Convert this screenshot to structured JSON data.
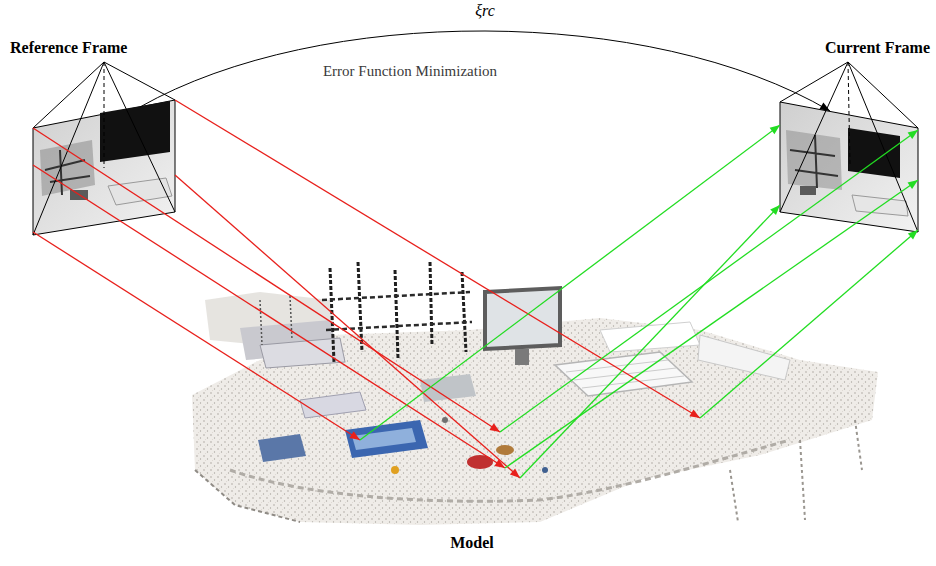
{
  "diagram": {
    "nodes": [
      {
        "text": [
          "Reference Frame"
        ]
      },
      {
        "text": [
          "Current Frame"
        ]
      },
      {
        "text": [
          "Model"
        ]
      }
    ],
    "edges": [
      {
        "from": 0,
        "to": 1,
        "arrow": "to",
        "label": "ξrc"
      },
      {
        "from": 0,
        "to": 2,
        "arrow": "to"
      },
      {
        "from": 0,
        "to": 2,
        "arrow": "to"
      },
      {
        "from": 0,
        "to": 2,
        "arrow": "to"
      },
      {
        "from": 0,
        "to": 2,
        "arrow": "to"
      },
      {
        "from": 0,
        "to": 2,
        "arrow": "to"
      },
      {
        "from": 2,
        "to": 1,
        "arrow": "to"
      },
      {
        "from": 2,
        "to": 1,
        "arrow": "to"
      },
      {
        "from": 2,
        "to": 1,
        "arrow": "to"
      },
      {
        "from": 2,
        "to": 1,
        "arrow": "to"
      },
      {
        "from": 2,
        "to": 1,
        "arrow": "to"
      }
    ],
    "labels": [
      "Error Function Minimization"
    ]
  }
}
